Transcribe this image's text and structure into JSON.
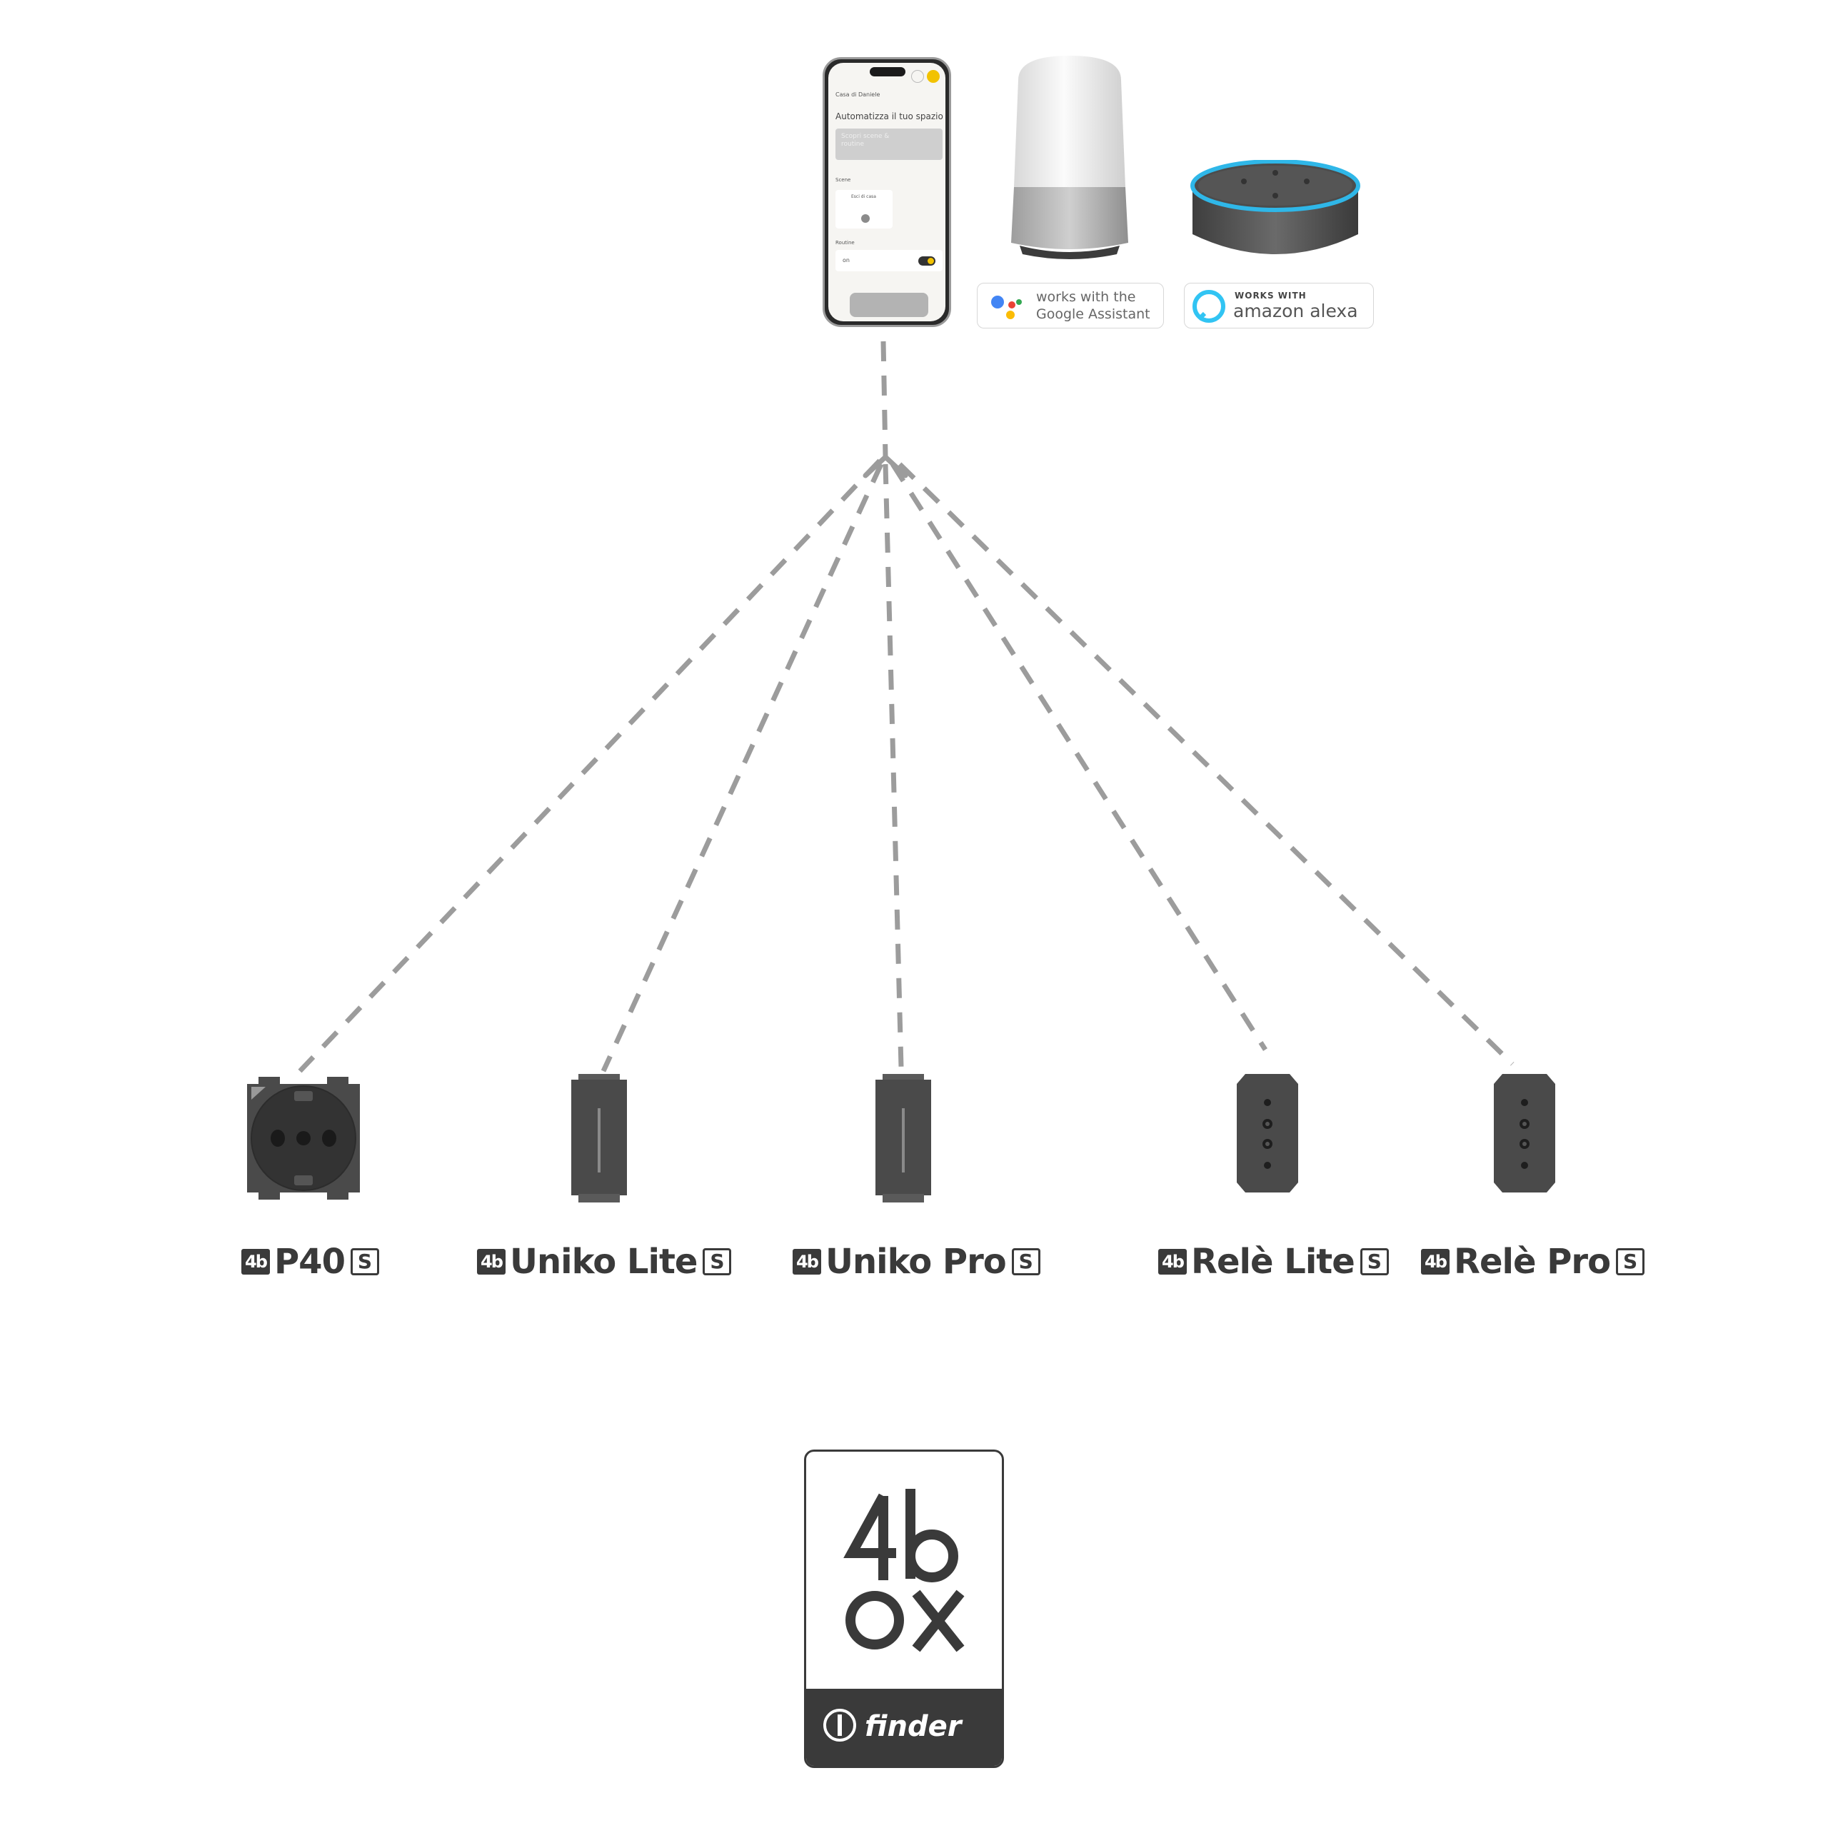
{
  "phone": {
    "home_name": "Casa di Daniele",
    "headline": "Automatizza il tuo spazio",
    "card_text": "Scopri scene & routine",
    "section_scenes": "Scene",
    "scene_name": "Esci di casa",
    "section_routines": "Routine",
    "routine_label": "on"
  },
  "assistants": {
    "google": {
      "line1": "works with the",
      "line2": "Google Assistant"
    },
    "alexa": {
      "line1": "WORKS WITH",
      "line2": "amazon alexa"
    }
  },
  "devices": [
    {
      "logo": "4b",
      "name": "P40",
      "badge": "S"
    },
    {
      "logo": "4b",
      "name": "Uniko Lite",
      "badge": "S"
    },
    {
      "logo": "4b",
      "name": "Uniko Pro",
      "badge": "S"
    },
    {
      "logo": "4b",
      "name": "Relè Lite",
      "badge": "S"
    },
    {
      "logo": "4b",
      "name": "Relè Pro",
      "badge": "S"
    }
  ],
  "brand": {
    "product_logo_top": "4b",
    "product_logo_bottom": "ox",
    "maker": "finder"
  },
  "colors": {
    "line": "#9c9c9c",
    "device": "#4a4a4a",
    "text": "#3a3a3a"
  }
}
